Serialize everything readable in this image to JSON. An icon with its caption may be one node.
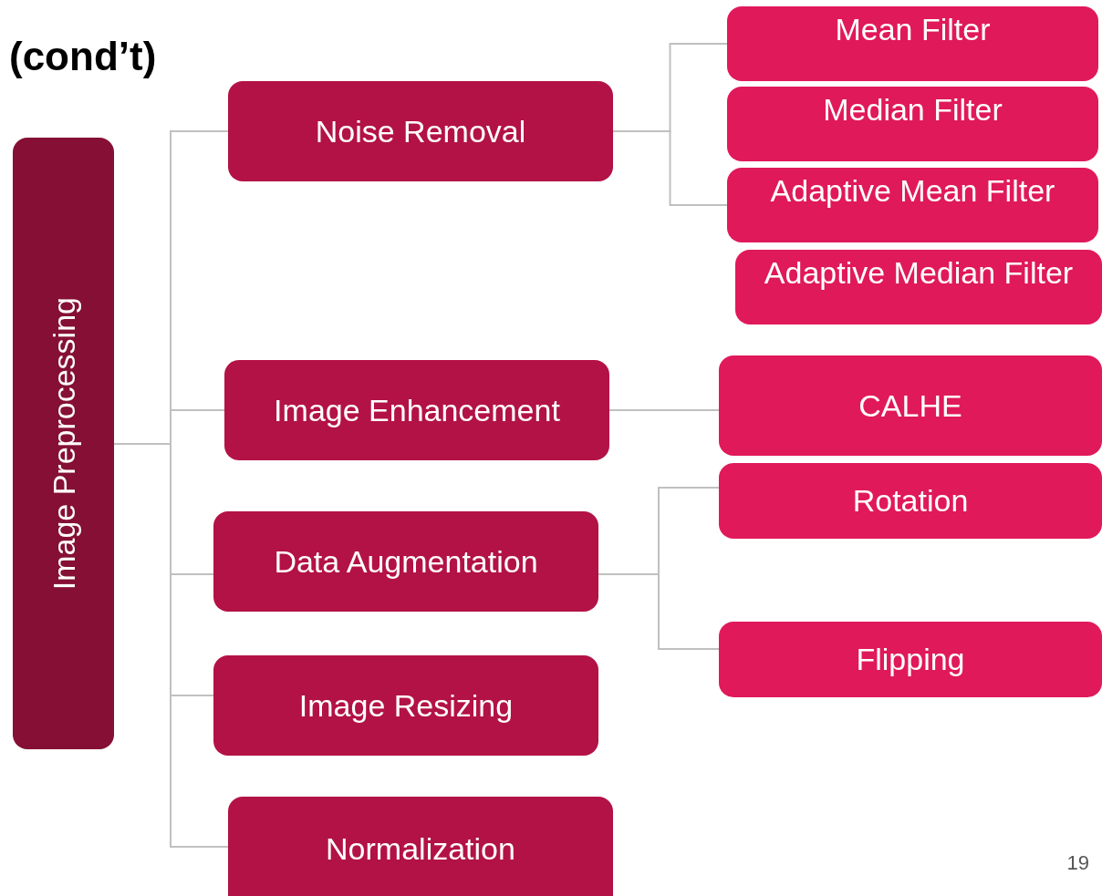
{
  "diagram": {
    "title": "(cond’t)",
    "nodes": [
      {
        "text": [
          "Image Preprocessing"
        ]
      },
      {
        "text": [
          "Noise Removal"
        ]
      },
      {
        "text": [
          "Mean Filter"
        ]
      },
      {
        "text": [
          "Median Filter"
        ]
      },
      {
        "text": [
          "Adaptive Mean Filter"
        ]
      },
      {
        "text": [
          "Adaptive Median Filter"
        ]
      },
      {
        "text": [
          "Image Enhancement"
        ]
      },
      {
        "text": [
          "CALHE"
        ]
      },
      {
        "text": [
          "Data Augmentation"
        ]
      },
      {
        "text": [
          "Rotation"
        ]
      },
      {
        "text": [
          "Flipping"
        ]
      },
      {
        "text": [
          "Image Resizing"
        ]
      },
      {
        "text": [
          "Normalization"
        ]
      }
    ],
    "edges": [
      {
        "from": 0,
        "to": 1,
        "arrow": "none"
      },
      {
        "from": 0,
        "to": 6,
        "arrow": "none"
      },
      {
        "from": 0,
        "to": 8,
        "arrow": "none"
      },
      {
        "from": 0,
        "to": 11,
        "arrow": "none"
      },
      {
        "from": 0,
        "to": 12,
        "arrow": "none"
      },
      {
        "from": 1,
        "to": 2,
        "arrow": "none"
      },
      {
        "from": 1,
        "to": 4,
        "arrow": "none"
      },
      {
        "from": 6,
        "to": 7,
        "arrow": "none"
      },
      {
        "from": 8,
        "to": 9,
        "arrow": "none"
      },
      {
        "from": 8,
        "to": 10,
        "arrow": "none"
      }
    ],
    "labels": [
      "19"
    ]
  }
}
